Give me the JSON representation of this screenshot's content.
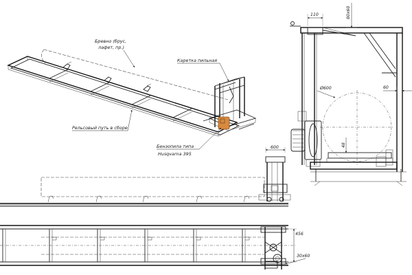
{
  "labels": {
    "log": "Бревно (брус,",
    "log_line2": "лафет, пр.)",
    "carriage": "Каретка пильная",
    "rail_track": "Рельсовый путь в сборе",
    "chainsaw": "Бензопила типа",
    "chainsaw_model": "Husqvarna 395"
  },
  "dimensions": {
    "width_110": "110",
    "profile_80x60": "80x60",
    "dia_600": "Ø600",
    "offset_60": "60",
    "width_600": "600",
    "depth_48": "48",
    "width_456": "456",
    "profile_30x60": "30x60"
  },
  "colors": {
    "saw_body": "#d9893c",
    "line": "#111111"
  }
}
